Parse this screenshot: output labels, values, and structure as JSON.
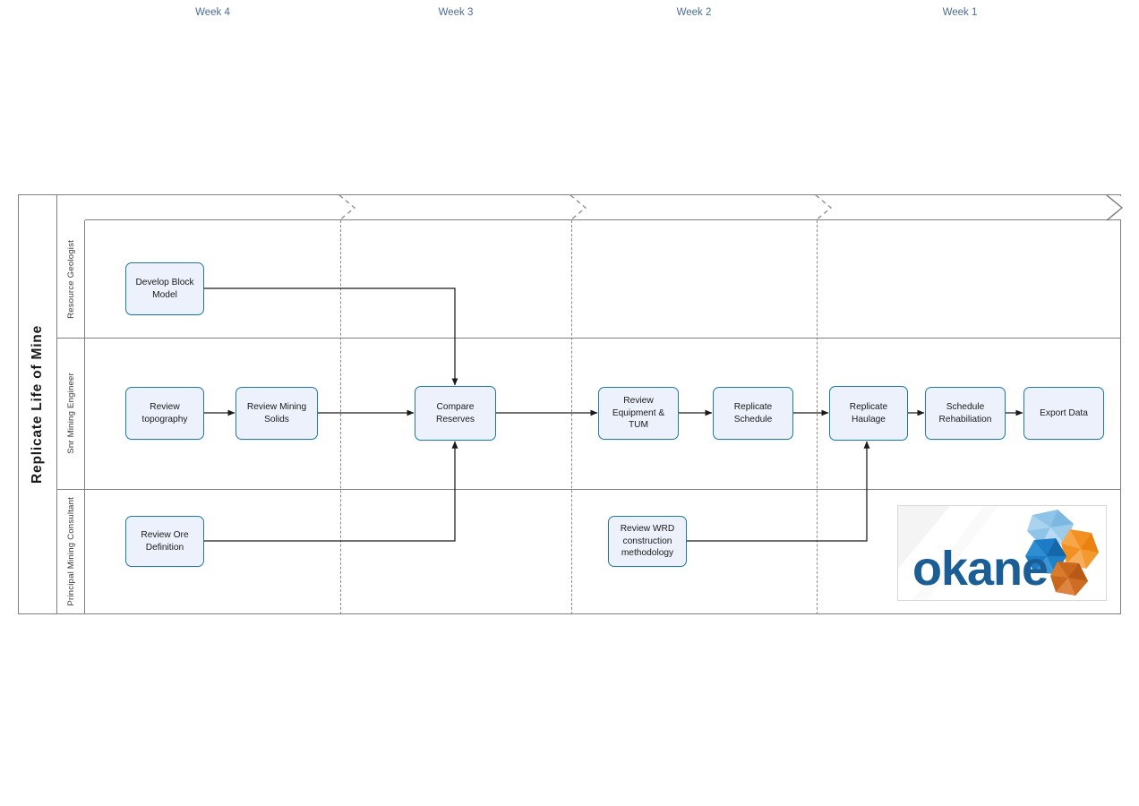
{
  "pool": {
    "title": "Replicate Life of Mine"
  },
  "lanes": [
    {
      "id": "resource-geologist",
      "label": "Resource Geologist"
    },
    {
      "id": "snr-mining-engineer",
      "label": "Snr Mining Engineer"
    },
    {
      "id": "principal-mining-consultant",
      "label": "Principal Mining Consultant"
    }
  ],
  "phases": [
    {
      "id": "week-4",
      "label": "Week 4"
    },
    {
      "id": "week-3",
      "label": "Week 3"
    },
    {
      "id": "week-2",
      "label": "Week 2"
    },
    {
      "id": "week-1",
      "label": "Week 1"
    }
  ],
  "tasks": [
    {
      "id": "develop-block-model",
      "label": "Develop Block\nModel",
      "lane": "resource-geologist",
      "phase": "week-4"
    },
    {
      "id": "review-topography",
      "label": "Review\ntopography",
      "lane": "snr-mining-engineer",
      "phase": "week-4"
    },
    {
      "id": "review-mining-solids",
      "label": "Review Mining\nSolids",
      "lane": "snr-mining-engineer",
      "phase": "week-4"
    },
    {
      "id": "compare-reserves",
      "label": "Compare\nReserves",
      "lane": "snr-mining-engineer",
      "phase": "week-3"
    },
    {
      "id": "review-equipment-tum",
      "label": "Review\nEquipment &\nTUM",
      "lane": "snr-mining-engineer",
      "phase": "week-2"
    },
    {
      "id": "replicate-schedule",
      "label": "Replicate\nSchedule",
      "lane": "snr-mining-engineer",
      "phase": "week-2"
    },
    {
      "id": "replicate-haulage",
      "label": "Replicate\nHaulage",
      "lane": "snr-mining-engineer",
      "phase": "week-1"
    },
    {
      "id": "schedule-rehabiliation",
      "label": "Schedule\nRehabiliation",
      "lane": "snr-mining-engineer",
      "phase": "week-1"
    },
    {
      "id": "export-data",
      "label": "Export Data",
      "lane": "snr-mining-engineer",
      "phase": "week-1"
    },
    {
      "id": "review-ore-definition",
      "label": "Review Ore\nDefinition",
      "lane": "principal-mining-consultant",
      "phase": "week-4"
    },
    {
      "id": "review-wrd-construction-methodology",
      "label": "Review WRD\nconstruction\nmethodology",
      "lane": "principal-mining-consultant",
      "phase": "week-2"
    }
  ],
  "connectors": [
    {
      "id": "develop-block-model__compare-reserves",
      "from": "develop-block-model",
      "to": "compare-reserves"
    },
    {
      "id": "review-topography__review-mining-solids",
      "from": "review-topography",
      "to": "review-mining-solids"
    },
    {
      "id": "review-mining-solids__compare-reserves",
      "from": "review-mining-solids",
      "to": "compare-reserves"
    },
    {
      "id": "review-ore-definition__compare-reserves",
      "from": "review-ore-definition",
      "to": "compare-reserves"
    },
    {
      "id": "compare-reserves__review-equipment-tum",
      "from": "compare-reserves",
      "to": "review-equipment-tum"
    },
    {
      "id": "review-equipment-tum__replicate-schedule",
      "from": "review-equipment-tum",
      "to": "replicate-schedule"
    },
    {
      "id": "replicate-schedule__replicate-haulage",
      "from": "replicate-schedule",
      "to": "replicate-haulage"
    },
    {
      "id": "review-wrd__replicate-haulage",
      "from": "review-wrd-construction-methodology",
      "to": "replicate-haulage"
    },
    {
      "id": "replicate-haulage__schedule-rehabiliation",
      "from": "replicate-haulage",
      "to": "schedule-rehabiliation"
    },
    {
      "id": "schedule-rehabiliation__export-data",
      "from": "schedule-rehabiliation",
      "to": "export-data"
    }
  ],
  "logo": {
    "wordmark": "okane",
    "alt": "okane-logo"
  },
  "colors": {
    "task_fill": "#edf1fb",
    "task_border": "#1f7a9e",
    "phase_label": "#4a6d93",
    "frame_line": "#808080",
    "connector": "#1a1a1a",
    "logo_blue": "#1a5e95",
    "logo_orange": "#ef8b22"
  }
}
